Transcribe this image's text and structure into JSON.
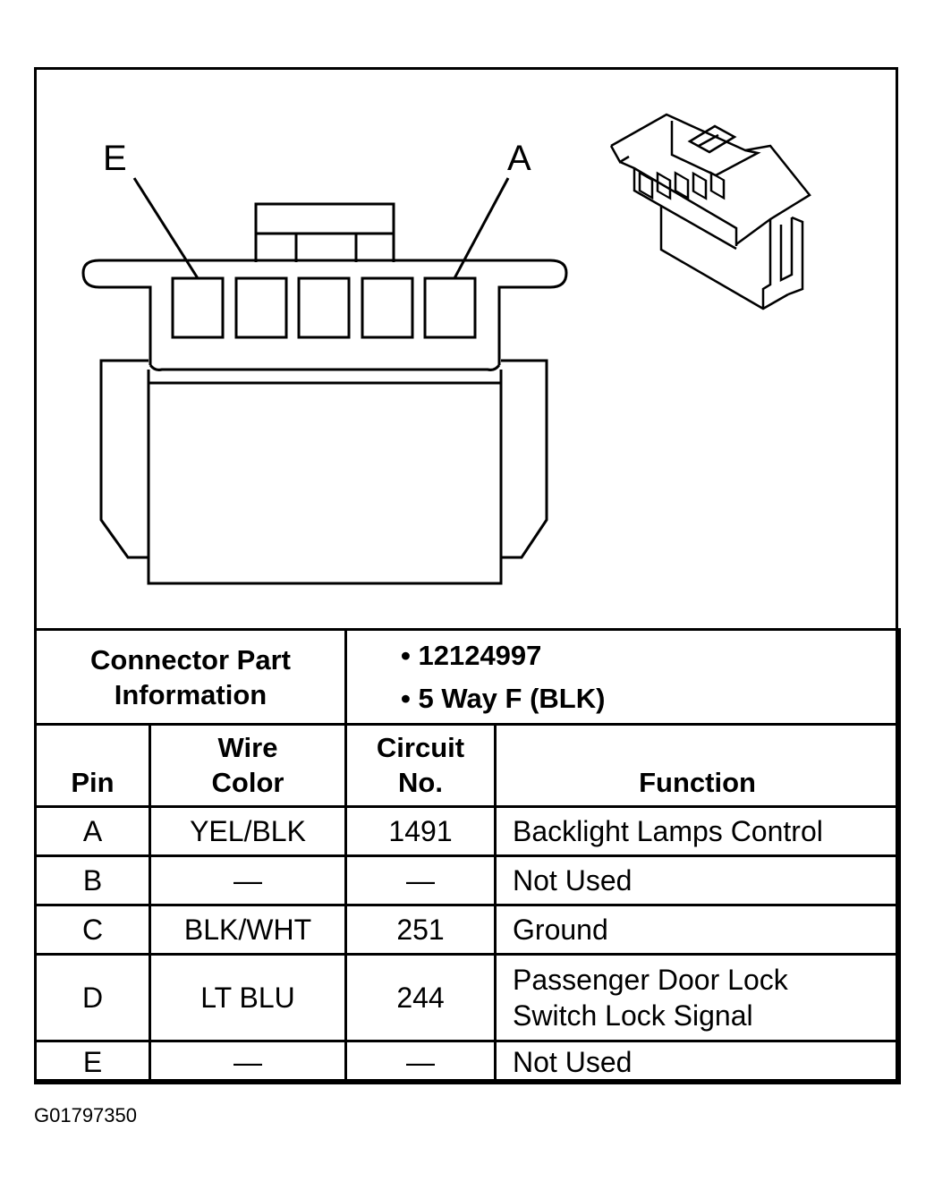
{
  "diagram": {
    "callout_left": "E",
    "callout_right": "A"
  },
  "connector_info": {
    "label_line1": "Connector Part",
    "label_line2": "Information",
    "items": [
      "• 12124997",
      "• 5 Way F (BLK)"
    ]
  },
  "table": {
    "headers": {
      "pin": "Pin",
      "wire_color_1": "Wire",
      "wire_color_2": "Color",
      "circuit_1": "Circuit",
      "circuit_2": "No.",
      "function": "Function"
    },
    "rows": [
      {
        "pin": "A",
        "wire_color": "YEL/BLK",
        "circuit": "1491",
        "function_1": "Backlight Lamps Control",
        "function_2": ""
      },
      {
        "pin": "B",
        "wire_color": "—",
        "circuit": "—",
        "function_1": "Not Used",
        "function_2": ""
      },
      {
        "pin": "C",
        "wire_color": "BLK/WHT",
        "circuit": "251",
        "function_1": "Ground",
        "function_2": ""
      },
      {
        "pin": "D",
        "wire_color": "LT BLU",
        "circuit": "244",
        "function_1": "Passenger Door Lock",
        "function_2": "Switch Lock Signal"
      },
      {
        "pin": "E",
        "wire_color": "—",
        "circuit": "—",
        "function_1": "Not Used",
        "function_2": ""
      }
    ]
  },
  "figure_id": "G01797350"
}
